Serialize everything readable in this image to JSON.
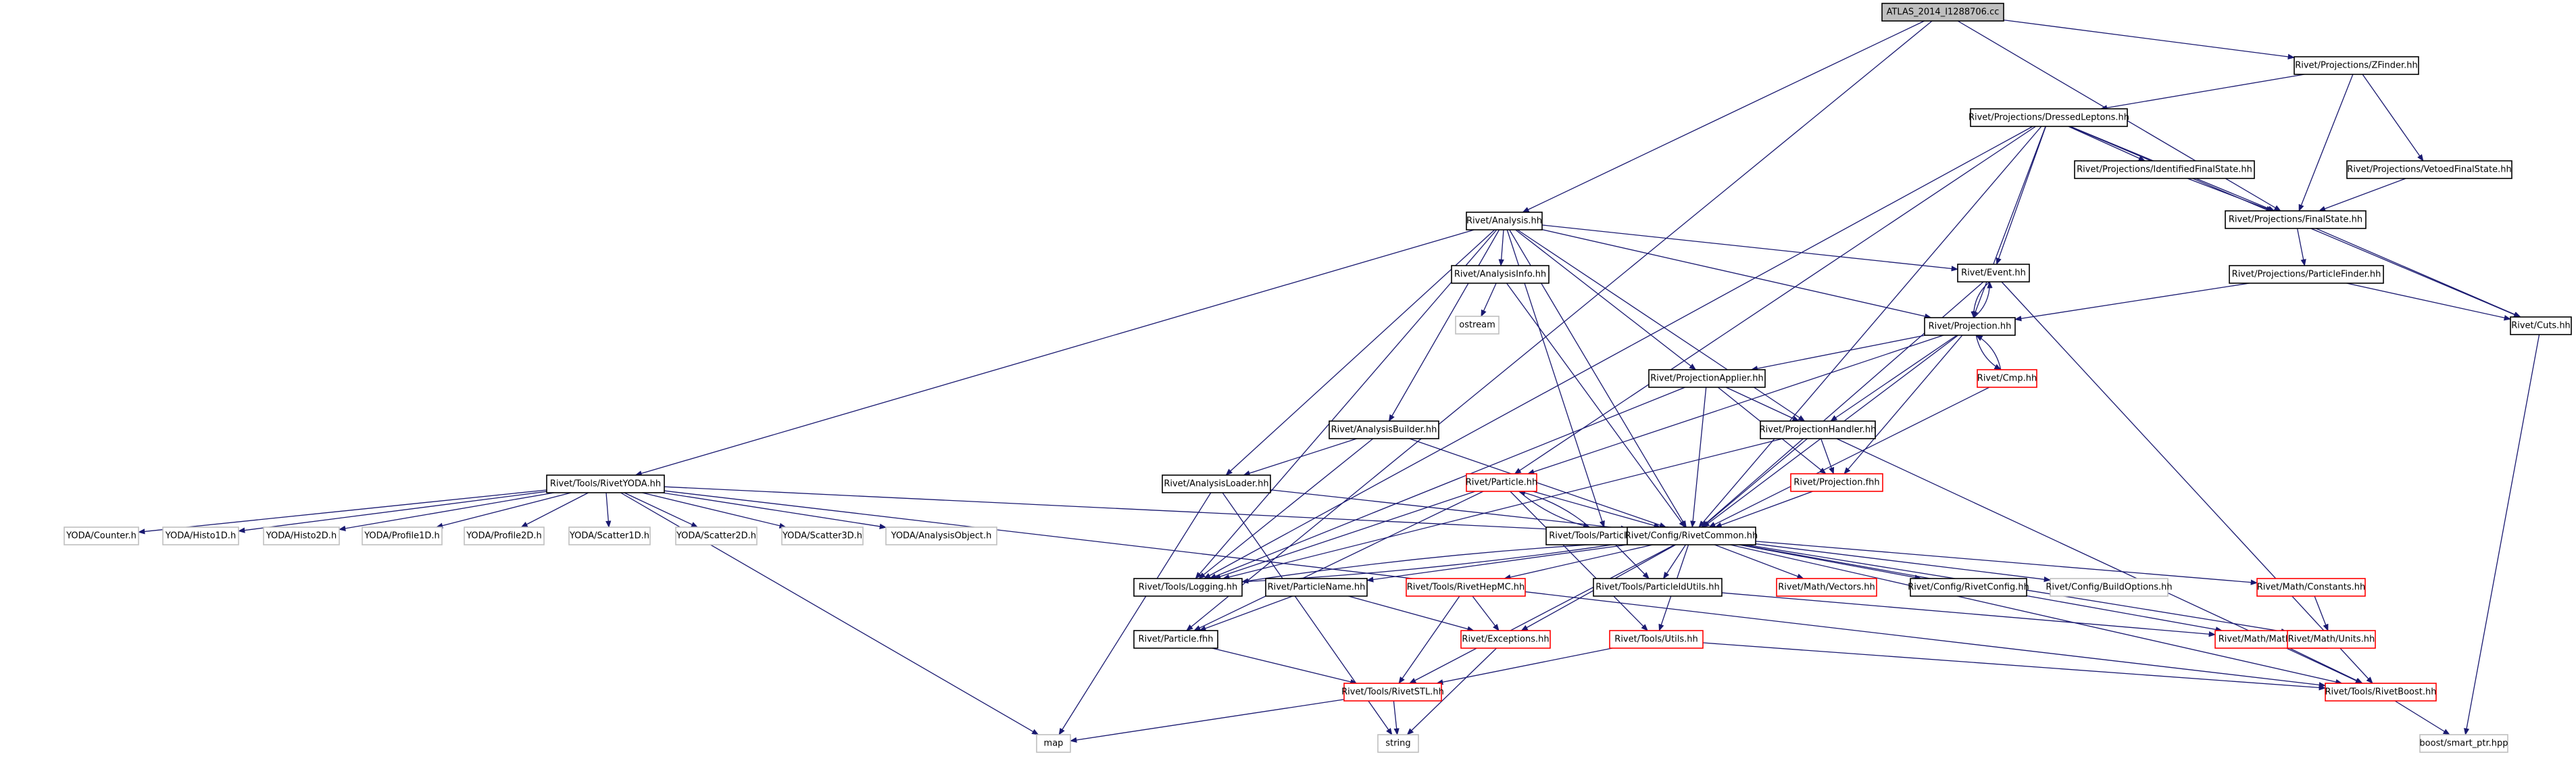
{
  "diagram": {
    "title": "ATLAS_2014_I1288706.cc",
    "style": {
      "edge_color": "#191970",
      "root_fill": "#bfbfbf",
      "normal_border": "#000000",
      "truncated_border": "#ff0000",
      "external_border": "#bfbfbf",
      "text_color": "#000000"
    },
    "nodes": [
      {
        "id": "root",
        "label": "ATLAS_2014_I1288706.cc",
        "kind": "root"
      },
      {
        "id": "zfinder",
        "label": "Rivet/Projections/ZFinder.hh",
        "kind": "normal"
      },
      {
        "id": "dressed",
        "label": "Rivet/Projections/DressedLeptons.hh",
        "kind": "normal"
      },
      {
        "id": "idfs",
        "label": "Rivet/Projections/IdentifiedFinalState.hh",
        "kind": "normal"
      },
      {
        "id": "vetfs",
        "label": "Rivet/Projections/VetoedFinalState.hh",
        "kind": "normal"
      },
      {
        "id": "finalstate",
        "label": "Rivet/Projections/FinalState.hh",
        "kind": "normal"
      },
      {
        "id": "particlefinder",
        "label": "Rivet/Projections/ParticleFinder.hh",
        "kind": "normal"
      },
      {
        "id": "cuts",
        "label": "Rivet/Cuts.hh",
        "kind": "normal"
      },
      {
        "id": "analysis",
        "label": "Rivet/Analysis.hh",
        "kind": "normal"
      },
      {
        "id": "analysisinfo",
        "label": "Rivet/AnalysisInfo.hh",
        "kind": "normal"
      },
      {
        "id": "ostream",
        "label": "ostream",
        "kind": "external"
      },
      {
        "id": "event",
        "label": "Rivet/Event.hh",
        "kind": "normal"
      },
      {
        "id": "projection",
        "label": "Rivet/Projection.hh",
        "kind": "normal"
      },
      {
        "id": "cmp",
        "label": "Rivet/Cmp.hh",
        "kind": "truncated"
      },
      {
        "id": "projapplier",
        "label": "Rivet/ProjectionApplier.hh",
        "kind": "normal"
      },
      {
        "id": "projhandler",
        "label": "Rivet/ProjectionHandler.hh",
        "kind": "normal"
      },
      {
        "id": "projfhh",
        "label": "Rivet/Projection.fhh",
        "kind": "truncated"
      },
      {
        "id": "analysisbuilder",
        "label": "Rivet/AnalysisBuilder.hh",
        "kind": "normal"
      },
      {
        "id": "analysisloader",
        "label": "Rivet/AnalysisLoader.hh",
        "kind": "normal"
      },
      {
        "id": "rivetyoda",
        "label": "Rivet/Tools/RivetYODA.hh",
        "kind": "normal"
      },
      {
        "id": "particle",
        "label": "Rivet/Particle.hh",
        "kind": "truncated"
      },
      {
        "id": "particleutils",
        "label": "Rivet/Tools/ParticleUtils.hh",
        "kind": "normal"
      },
      {
        "id": "common",
        "label": "Rivet/Config/RivetCommon.hh",
        "kind": "normal"
      },
      {
        "id": "y_counter",
        "label": "YODA/Counter.h",
        "kind": "external"
      },
      {
        "id": "y_h1",
        "label": "YODA/Histo1D.h",
        "kind": "external"
      },
      {
        "id": "y_h2",
        "label": "YODA/Histo2D.h",
        "kind": "external"
      },
      {
        "id": "y_p1",
        "label": "YODA/Profile1D.h",
        "kind": "external"
      },
      {
        "id": "y_p2",
        "label": "YODA/Profile2D.h",
        "kind": "external"
      },
      {
        "id": "y_s1",
        "label": "YODA/Scatter1D.h",
        "kind": "external"
      },
      {
        "id": "y_s2",
        "label": "YODA/Scatter2D.h",
        "kind": "external"
      },
      {
        "id": "y_s3",
        "label": "YODA/Scatter3D.h",
        "kind": "external"
      },
      {
        "id": "y_ao",
        "label": "YODA/AnalysisObject.h",
        "kind": "external"
      },
      {
        "id": "logging",
        "label": "Rivet/Tools/Logging.hh",
        "kind": "normal"
      },
      {
        "id": "particlename",
        "label": "Rivet/ParticleName.hh",
        "kind": "normal"
      },
      {
        "id": "hepmc",
        "label": "Rivet/Tools/RivetHepMC.hh",
        "kind": "truncated"
      },
      {
        "id": "pidutils",
        "label": "Rivet/Tools/ParticleIdUtils.hh",
        "kind": "normal"
      },
      {
        "id": "vectors",
        "label": "Rivet/Math/Vectors.hh",
        "kind": "truncated"
      },
      {
        "id": "config",
        "label": "Rivet/Config/RivetConfig.hh",
        "kind": "normal"
      },
      {
        "id": "buildopts",
        "label": "Rivet/Config/BuildOptions.hh",
        "kind": "external"
      },
      {
        "id": "constants",
        "label": "Rivet/Math/Constants.hh",
        "kind": "truncated"
      },
      {
        "id": "particlefhh",
        "label": "Rivet/Particle.fhh",
        "kind": "normal"
      },
      {
        "id": "exceptions",
        "label": "Rivet/Exceptions.hh",
        "kind": "truncated"
      },
      {
        "id": "utils",
        "label": "Rivet/Tools/Utils.hh",
        "kind": "truncated"
      },
      {
        "id": "mathutils",
        "label": "Rivet/Math/MathUtils.hh",
        "kind": "truncated"
      },
      {
        "id": "units",
        "label": "Rivet/Math/Units.hh",
        "kind": "truncated"
      },
      {
        "id": "stl",
        "label": "Rivet/Tools/RivetSTL.hh",
        "kind": "truncated"
      },
      {
        "id": "boost",
        "label": "Rivet/Tools/RivetBoost.hh",
        "kind": "truncated"
      },
      {
        "id": "map",
        "label": "map",
        "kind": "external"
      },
      {
        "id": "string",
        "label": "string",
        "kind": "external"
      },
      {
        "id": "smartptr",
        "label": "boost/smart_ptr.hpp",
        "kind": "external"
      }
    ],
    "edges": [
      [
        "root",
        "zfinder"
      ],
      [
        "root",
        "analysis"
      ],
      [
        "root",
        "finalstate"
      ],
      [
        "root",
        "particlefhh"
      ],
      [
        "zfinder",
        "dressed"
      ],
      [
        "zfinder",
        "finalstate"
      ],
      [
        "zfinder",
        "vetfs"
      ],
      [
        "dressed",
        "idfs"
      ],
      [
        "dressed",
        "finalstate"
      ],
      [
        "dressed",
        "cuts"
      ],
      [
        "dressed",
        "event"
      ],
      [
        "dressed",
        "projection"
      ],
      [
        "dressed",
        "common"
      ],
      [
        "dressed",
        "logging"
      ],
      [
        "dressed",
        "particle"
      ],
      [
        "idfs",
        "finalstate"
      ],
      [
        "vetfs",
        "finalstate"
      ],
      [
        "finalstate",
        "particlefinder"
      ],
      [
        "finalstate",
        "cuts"
      ],
      [
        "particlefinder",
        "projection"
      ],
      [
        "particlefinder",
        "cuts"
      ],
      [
        "cuts",
        "smartptr"
      ],
      [
        "analysis",
        "analysisinfo"
      ],
      [
        "analysis",
        "event"
      ],
      [
        "analysis",
        "projection"
      ],
      [
        "analysis",
        "projapplier"
      ],
      [
        "analysis",
        "projhandler"
      ],
      [
        "analysis",
        "analysisbuilder"
      ],
      [
        "analysis",
        "analysisloader"
      ],
      [
        "analysis",
        "rivetyoda"
      ],
      [
        "analysis",
        "common"
      ],
      [
        "analysis",
        "logging"
      ],
      [
        "analysis",
        "particleutils"
      ],
      [
        "analysisinfo",
        "ostream"
      ],
      [
        "analysisinfo",
        "common"
      ],
      [
        "event",
        "projection"
      ],
      [
        "event",
        "common"
      ],
      [
        "event",
        "boost"
      ],
      [
        "projection",
        "event"
      ],
      [
        "projection",
        "cmp"
      ],
      [
        "projection",
        "projapplier"
      ],
      [
        "projection",
        "projhandler"
      ],
      [
        "projection",
        "projfhh"
      ],
      [
        "projection",
        "common"
      ],
      [
        "projection",
        "particle"
      ],
      [
        "cmp",
        "projection"
      ],
      [
        "cmp",
        "common"
      ],
      [
        "projapplier",
        "projhandler"
      ],
      [
        "projapplier",
        "projfhh"
      ],
      [
        "projapplier",
        "common"
      ],
      [
        "projapplier",
        "logging"
      ],
      [
        "projhandler",
        "projfhh"
      ],
      [
        "projhandler",
        "common"
      ],
      [
        "projhandler",
        "logging"
      ],
      [
        "projhandler",
        "boost"
      ],
      [
        "projfhh",
        "common"
      ],
      [
        "analysisbuilder",
        "analysisloader"
      ],
      [
        "analysisbuilder",
        "common"
      ],
      [
        "analysisbuilder",
        "logging"
      ],
      [
        "analysisloader",
        "common"
      ],
      [
        "analysisloader",
        "map"
      ],
      [
        "analysisloader",
        "string"
      ],
      [
        "rivetyoda",
        "common"
      ],
      [
        "rivetyoda",
        "y_counter"
      ],
      [
        "rivetyoda",
        "y_h1"
      ],
      [
        "rivetyoda",
        "y_h2"
      ],
      [
        "rivetyoda",
        "y_p1"
      ],
      [
        "rivetyoda",
        "y_p2"
      ],
      [
        "rivetyoda",
        "y_s1"
      ],
      [
        "rivetyoda",
        "y_s2"
      ],
      [
        "rivetyoda",
        "y_s3"
      ],
      [
        "rivetyoda",
        "y_ao"
      ],
      [
        "rivetyoda",
        "map"
      ],
      [
        "rivetyoda",
        "boost"
      ],
      [
        "particle",
        "particleutils"
      ],
      [
        "particle",
        "common"
      ],
      [
        "particle",
        "particlefhh"
      ],
      [
        "particle",
        "utils"
      ],
      [
        "particle",
        "logging"
      ],
      [
        "particleutils",
        "particle"
      ],
      [
        "particleutils",
        "pidutils"
      ],
      [
        "particleutils",
        "common"
      ],
      [
        "common",
        "logging"
      ],
      [
        "common",
        "particlename"
      ],
      [
        "common",
        "hepmc"
      ],
      [
        "common",
        "pidutils"
      ],
      [
        "common",
        "vectors"
      ],
      [
        "common",
        "config"
      ],
      [
        "common",
        "buildopts"
      ],
      [
        "common",
        "constants"
      ],
      [
        "common",
        "exceptions"
      ],
      [
        "common",
        "utils"
      ],
      [
        "common",
        "mathutils"
      ],
      [
        "common",
        "units"
      ],
      [
        "common",
        "stl"
      ],
      [
        "common",
        "boost"
      ],
      [
        "logging",
        "common"
      ],
      [
        "particlename",
        "particlefhh"
      ],
      [
        "particlename",
        "exceptions"
      ],
      [
        "hepmc",
        "exceptions"
      ],
      [
        "hepmc",
        "stl"
      ],
      [
        "pidutils",
        "mathutils"
      ],
      [
        "constants",
        "units"
      ],
      [
        "particlefhh",
        "stl"
      ],
      [
        "exceptions",
        "string"
      ],
      [
        "utils",
        "stl"
      ],
      [
        "utils",
        "boost"
      ],
      [
        "mathutils",
        "boost"
      ],
      [
        "stl",
        "map"
      ],
      [
        "stl",
        "string"
      ],
      [
        "boost",
        "smartptr"
      ]
    ]
  }
}
